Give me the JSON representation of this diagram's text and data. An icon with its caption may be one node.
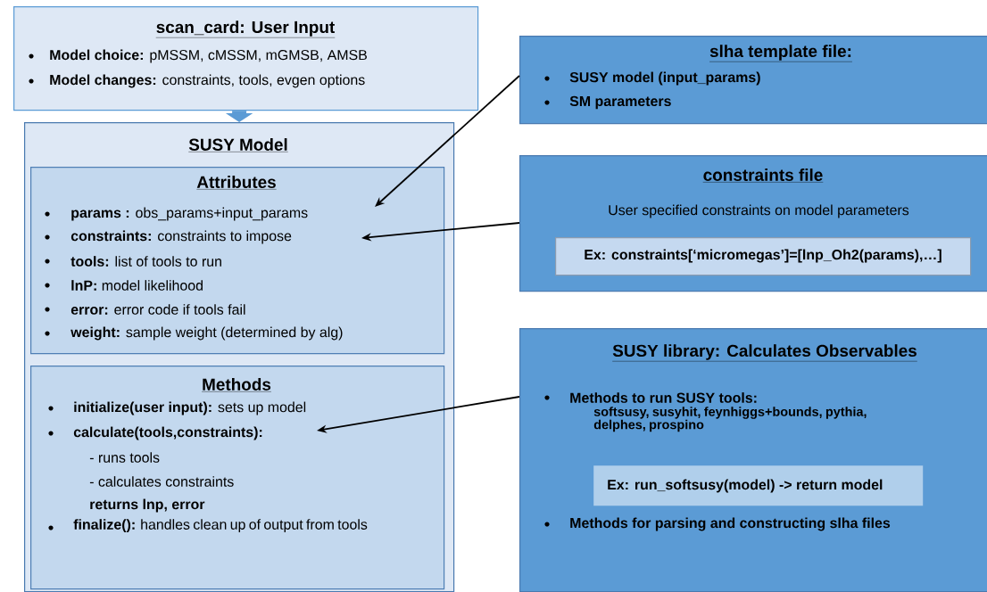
{
  "diagram": {
    "nodes": [
      {
        "text": [
          "scan_card: User Input",
          "**Model choice:** pMSSM, cMSSM, mGMSB, AMSB",
          "**Model changes:** constraints, tools, evgen options"
        ]
      },
      {
        "text": [
          "SUSY Model"
        ]
      },
      {
        "text": [
          "Attributes",
          "**params :** obs_params+input_params",
          "**constraints:** constraints to impose",
          "**tools:** list of tools to run",
          "**lnP:** model likelihood",
          "**error:** error code if tools fail",
          "**weight:** sample weight (determined by alg)"
        ],
        "in": 1
      },
      {
        "text": [
          "Methods",
          "**initialize(user input):** sets up model",
          "calculate(tools,constraints):",
          "- runs tools",
          "- calculates constraints",
          "returns lnp, error",
          "**finalize():** handles clean up of output from tools"
        ],
        "in": 1
      },
      {
        "text": [
          "slha template file:",
          "SUSY model (input_params)",
          "SM parameters"
        ]
      },
      {
        "text": [
          "constraints file",
          "User specified constraints on model parameters"
        ]
      },
      {
        "text": [
          "Ex: constraints[‘micromegas’]=[lnp_Oh2(params),…]"
        ],
        "in": 5
      },
      {
        "text": [
          "SUSY library: Calculates Observables",
          "Methods to run SUSY tools:",
          "softsusy, susyhit, feynhiggs+bounds, pythia, delphes, prospino",
          "Methods for parsing and constructing slha files"
        ]
      },
      {
        "text": [
          "Ex: run_softsusy(model) -> return model"
        ],
        "in": 7
      }
    ],
    "edges": [
      {
        "from": 0,
        "to": 1,
        "arrow": "to",
        "style": "thick",
        "color": "#5b9bd5"
      },
      {
        "from": 4,
        "to": 2,
        "arrow": "to"
      },
      {
        "from": 5,
        "to": 2,
        "arrow": "to"
      },
      {
        "from": 7,
        "to": 3,
        "arrow": "to"
      }
    ]
  }
}
